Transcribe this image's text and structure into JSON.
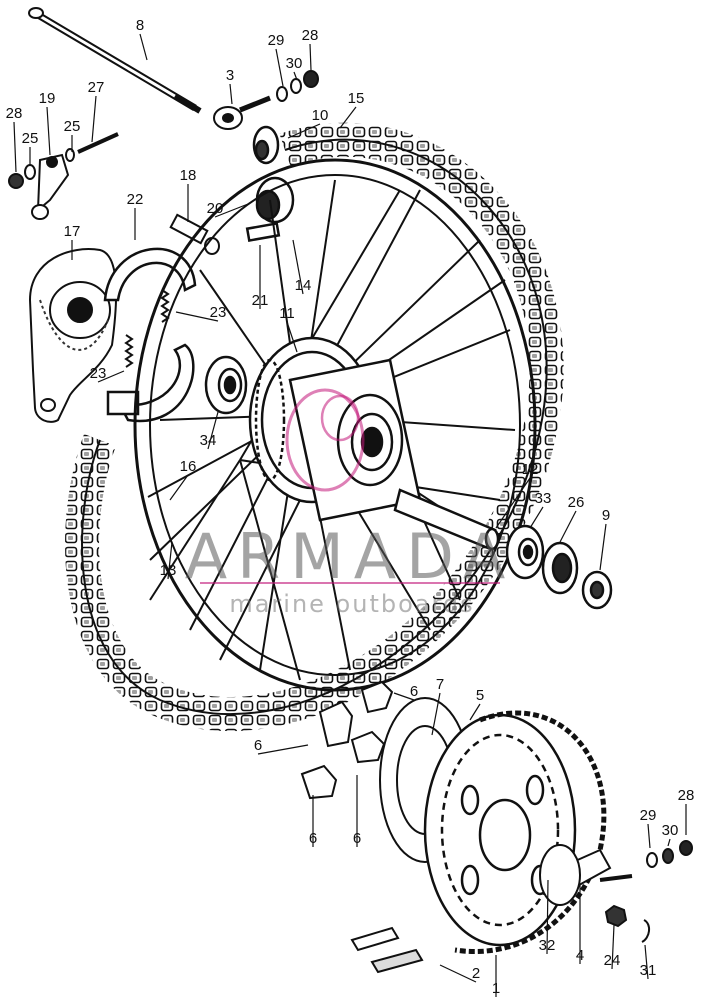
{
  "callouts": [
    {
      "id": "8",
      "text": "8"
    },
    {
      "id": "3",
      "text": "3"
    },
    {
      "id": "29a",
      "text": "29"
    },
    {
      "id": "30a",
      "text": "30"
    },
    {
      "id": "28a",
      "text": "28"
    },
    {
      "id": "15",
      "text": "15"
    },
    {
      "id": "10",
      "text": "10"
    },
    {
      "id": "28b",
      "text": "28"
    },
    {
      "id": "19",
      "text": "19"
    },
    {
      "id": "27",
      "text": "27"
    },
    {
      "id": "25a",
      "text": "25"
    },
    {
      "id": "25b",
      "text": "25"
    },
    {
      "id": "18",
      "text": "18"
    },
    {
      "id": "22",
      "text": "22"
    },
    {
      "id": "20",
      "text": "20"
    },
    {
      "id": "17",
      "text": "17"
    },
    {
      "id": "14",
      "text": "14"
    },
    {
      "id": "21",
      "text": "21"
    },
    {
      "id": "23a",
      "text": "23"
    },
    {
      "id": "11",
      "text": "11"
    },
    {
      "id": "23b",
      "text": "23"
    },
    {
      "id": "34",
      "text": "34"
    },
    {
      "id": "16",
      "text": "16"
    },
    {
      "id": "12",
      "text": "12"
    },
    {
      "id": "33",
      "text": "33"
    },
    {
      "id": "26",
      "text": "26"
    },
    {
      "id": "9",
      "text": "9"
    },
    {
      "id": "13",
      "text": "13"
    },
    {
      "id": "7",
      "text": "7"
    },
    {
      "id": "6a",
      "text": "6"
    },
    {
      "id": "5",
      "text": "5"
    },
    {
      "id": "6b",
      "text": "6"
    },
    {
      "id": "6c",
      "text": "6"
    },
    {
      "id": "6d",
      "text": "6"
    },
    {
      "id": "29b",
      "text": "29"
    },
    {
      "id": "28c",
      "text": "28"
    },
    {
      "id": "30b",
      "text": "30"
    },
    {
      "id": "32",
      "text": "32"
    },
    {
      "id": "4",
      "text": "4"
    },
    {
      "id": "24",
      "text": "24"
    },
    {
      "id": "31",
      "text": "31"
    },
    {
      "id": "2",
      "text": "2"
    },
    {
      "id": "1",
      "text": "1"
    }
  ],
  "watermark": {
    "brand": "ARMADA",
    "tagline": "marine outboards",
    "accent_color": "#c2187a"
  },
  "line_color": "#111111"
}
